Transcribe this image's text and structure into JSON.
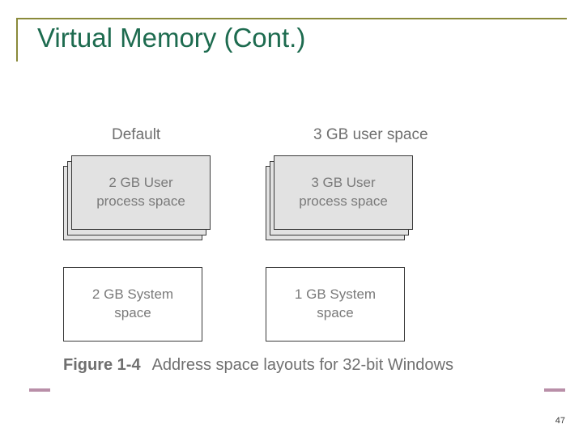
{
  "slide": {
    "title": "Virtual Memory (Cont.)",
    "page_number": "47",
    "accent_rule_color": "#8a8a3a",
    "title_color": "#1d6b4f",
    "bottom_dash_color": "#b98fa8"
  },
  "figure": {
    "columns": [
      {
        "label": "Default",
        "process_box": "2 GB User\nprocess space",
        "process_box_line1": "2 GB User",
        "process_box_line2": "process space",
        "system_box_line1": "2 GB System",
        "system_box_line2": "space"
      },
      {
        "label": "3 GB user space",
        "process_box": "3 GB User\nprocess space",
        "process_box_line1": "3 GB User",
        "process_box_line2": "process space",
        "system_box_line1": "1 GB System",
        "system_box_line2": "space"
      }
    ],
    "caption_number": "Figure 1-4",
    "caption_text": "Address space layouts for 32-bit Windows",
    "box_fill_process": "#e2e2e2",
    "box_fill_system": "#ffffff",
    "box_border": "#3a3a3a",
    "text_color": "#7a7a7a"
  }
}
